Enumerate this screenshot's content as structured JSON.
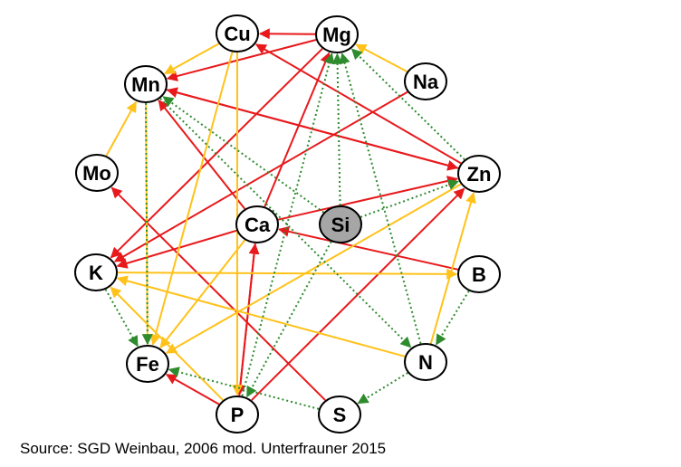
{
  "colors": {
    "red": "#e8191c",
    "yellow": "#ffc21a",
    "green": "#2e8b2e",
    "node_fill": "#ffffff",
    "si_fill": "#a6a6a6"
  },
  "source": "Source: SGD Weinbau, 2006 mod. Unterfrauner 2015",
  "nodes": [
    {
      "id": "Cu",
      "label": "Cu"
    },
    {
      "id": "Mg",
      "label": "Mg"
    },
    {
      "id": "Mn",
      "label": "Mn"
    },
    {
      "id": "Na",
      "label": "Na"
    },
    {
      "id": "Mo",
      "label": "Mo"
    },
    {
      "id": "Zn",
      "label": "Zn"
    },
    {
      "id": "Ca",
      "label": "Ca"
    },
    {
      "id": "Si",
      "label": "Si",
      "highlight": true
    },
    {
      "id": "K",
      "label": "K"
    },
    {
      "id": "B",
      "label": "B"
    },
    {
      "id": "N",
      "label": "N"
    },
    {
      "id": "Fe",
      "label": "Fe"
    },
    {
      "id": "P",
      "label": "P"
    },
    {
      "id": "S",
      "label": "S"
    }
  ],
  "edges": [
    {
      "from": "Mg",
      "to": "Cu",
      "color": "red"
    },
    {
      "from": "Mg",
      "to": "Mn",
      "color": "red"
    },
    {
      "from": "Zn",
      "to": "Mn",
      "color": "red"
    },
    {
      "from": "Zn",
      "to": "Cu",
      "color": "red"
    },
    {
      "from": "Na",
      "to": "K",
      "color": "red"
    },
    {
      "from": "Ca",
      "to": "Mg",
      "color": "red"
    },
    {
      "from": "Ca",
      "to": "Zn",
      "color": "red"
    },
    {
      "from": "Ca",
      "to": "K",
      "color": "red"
    },
    {
      "from": "Ca",
      "to": "Mn",
      "color": "red"
    },
    {
      "from": "B",
      "to": "Ca",
      "color": "red"
    },
    {
      "from": "Mg",
      "to": "K",
      "color": "red"
    },
    {
      "from": "Mn",
      "to": "Zn",
      "color": "red"
    },
    {
      "from": "S",
      "to": "Mo",
      "color": "red"
    },
    {
      "from": "P",
      "to": "Ca",
      "color": "red"
    },
    {
      "from": "Ca",
      "to": "P",
      "color": "red"
    },
    {
      "from": "P",
      "to": "Zn",
      "color": "red"
    },
    {
      "from": "P",
      "to": "Fe",
      "color": "red"
    },
    {
      "from": "Cu",
      "to": "Mn",
      "color": "yellow"
    },
    {
      "from": "Na",
      "to": "Mg",
      "color": "yellow"
    },
    {
      "from": "Mo",
      "to": "Mn",
      "color": "yellow"
    },
    {
      "from": "Mn",
      "to": "Fe",
      "color": "yellow"
    },
    {
      "from": "Cu",
      "to": "Fe",
      "color": "yellow"
    },
    {
      "from": "Cu",
      "to": "P",
      "color": "yellow"
    },
    {
      "from": "K",
      "to": "B",
      "color": "yellow"
    },
    {
      "from": "N",
      "to": "K",
      "color": "yellow"
    },
    {
      "from": "Zn",
      "to": "Fe",
      "color": "yellow"
    },
    {
      "from": "N",
      "to": "Zn",
      "color": "yellow"
    },
    {
      "from": "Ca",
      "to": "Fe",
      "color": "yellow"
    },
    {
      "from": "P",
      "to": "K",
      "color": "yellow"
    },
    {
      "from": "Si",
      "to": "Mn",
      "color": "green"
    },
    {
      "from": "Si",
      "to": "Mg",
      "color": "green"
    },
    {
      "from": "Si",
      "to": "Zn",
      "color": "green"
    },
    {
      "from": "Si",
      "to": "P",
      "color": "green"
    },
    {
      "from": "N",
      "to": "Mg",
      "color": "green"
    },
    {
      "from": "Zn",
      "to": "Mg",
      "color": "green"
    },
    {
      "from": "Mn",
      "to": "N",
      "color": "green"
    },
    {
      "from": "P",
      "to": "Mg",
      "color": "green"
    },
    {
      "from": "K",
      "to": "Fe",
      "color": "green"
    },
    {
      "from": "Mn",
      "to": "Fe",
      "color": "green"
    },
    {
      "from": "S",
      "to": "Fe",
      "color": "green"
    },
    {
      "from": "B",
      "to": "N",
      "color": "green"
    },
    {
      "from": "N",
      "to": "S",
      "color": "green"
    }
  ]
}
